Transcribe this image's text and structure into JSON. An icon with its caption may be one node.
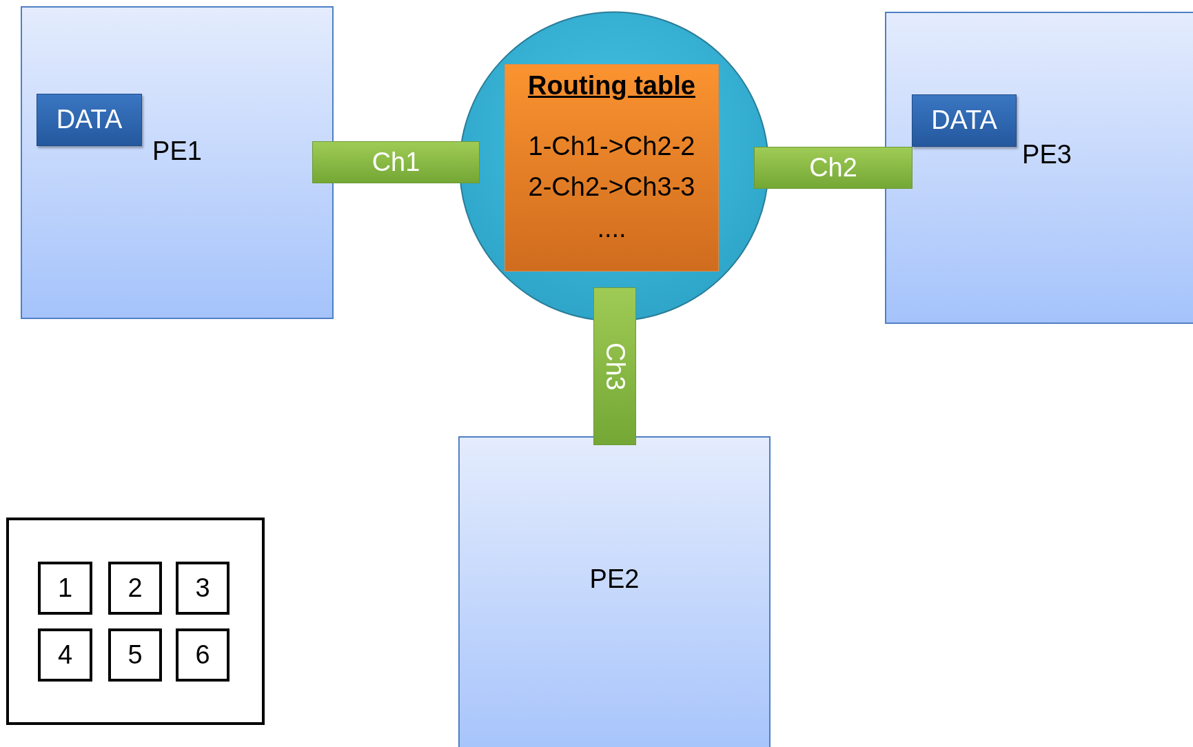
{
  "diagram": {
    "nodes": [
      {
        "text": [
          "PE1"
        ]
      },
      {
        "text": [
          "DATA"
        ],
        "in": 0
      },
      {
        "text": [
          "Ch1"
        ]
      },
      {
        "text": [],
        "shape": "circle"
      },
      {
        "text": [
          "Routing table",
          "1-Ch1->Ch2-2",
          "2-Ch2->Ch3-3",
          "...."
        ],
        "in": 3
      },
      {
        "text": [
          "Ch2"
        ]
      },
      {
        "text": [
          "PE3"
        ]
      },
      {
        "text": [
          "DATA"
        ],
        "in": 6
      },
      {
        "text": [
          "Ch3"
        ]
      },
      {
        "text": [
          "PE2"
        ]
      },
      {
        "text": [],
        "shape": "box"
      },
      {
        "text": [
          "1"
        ],
        "in": 10
      },
      {
        "text": [
          "2"
        ],
        "in": 10
      },
      {
        "text": [
          "3"
        ],
        "in": 10
      },
      {
        "text": [
          "4"
        ],
        "in": 10
      },
      {
        "text": [
          "5"
        ],
        "in": 10
      },
      {
        "text": [
          "6"
        ],
        "in": 10
      }
    ]
  }
}
